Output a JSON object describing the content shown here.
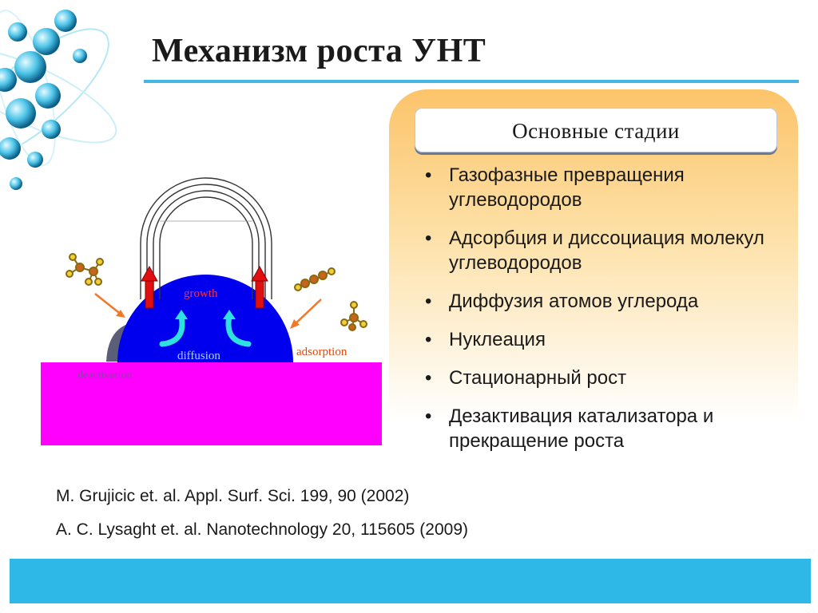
{
  "slide": {
    "title": "Механизм роста УНТ",
    "panel": {
      "heading": "Основные стадии",
      "stages": [
        "Газофазные превращения углеводородов",
        "Адсорбция и диссоциация молекул углеводородов",
        "Диффузия атомов углерода",
        "Нуклеация",
        "Стационарный рост",
        "Дезактивация катализатора и прекращение роста"
      ]
    },
    "diagram": {
      "growth": "growth",
      "diffusion": "diffusion",
      "adsorption": "adsorption",
      "deactivation": "deactivation"
    },
    "references": [
      "M. Grujicic et. al. Appl. Surf. Sci. 199, 90 (2002)",
      "A. C. Lysaght et. al. Nanotechnology 20, 115605 (2009)"
    ]
  },
  "colors": {
    "accent": "#44b7e4",
    "footer": "#2eb8e8",
    "substrate": "#ff00ff",
    "catalyst": "#0000ee",
    "growth_arrow": "#e01010",
    "adsorption_arrow": "#f07828",
    "growth_label": "#ff3030",
    "diffusion_label": "#9fd8ff",
    "adsorption_label": "#e04a10"
  }
}
